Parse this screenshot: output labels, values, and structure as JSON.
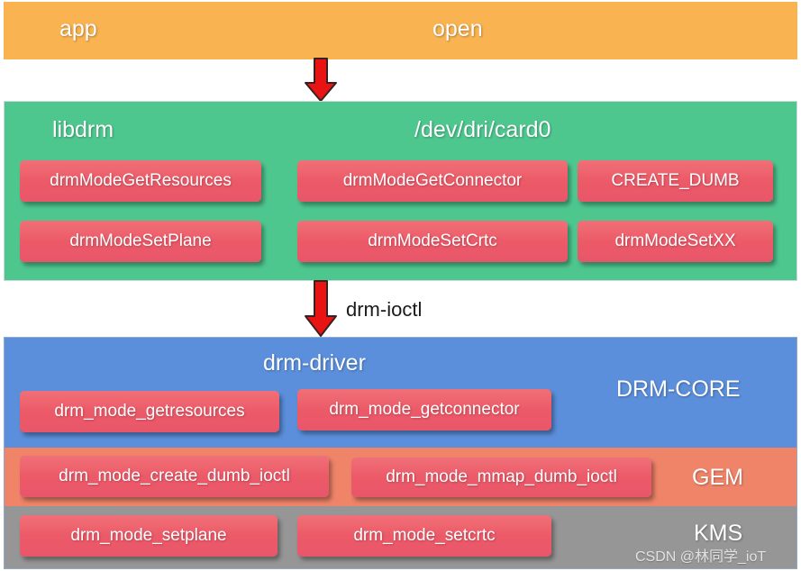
{
  "diagram": {
    "title": "DRM / libdrm stack layers",
    "watermark": "CSDN @林同学_ioT",
    "colors": {
      "app_band": "#f9b351",
      "libdrm_band": "#4ec78f",
      "drm_core_band": "#5b8fdc",
      "gem_band": "#ef8469",
      "kms_band": "#969696",
      "function_box": "#ec5a68",
      "arrow": "#e81313",
      "text": "#ffffff"
    },
    "layers": [
      {
        "id": "app",
        "labels": [
          {
            "name": "app-label",
            "text": "app"
          },
          {
            "name": "open-label",
            "text": "open"
          }
        ],
        "boxes": []
      },
      {
        "id": "libdrm",
        "labels": [
          {
            "name": "libdrm-label",
            "text": "libdrm"
          },
          {
            "name": "device-node-label",
            "text": "/dev/dri/card0"
          }
        ],
        "boxes": [
          {
            "name": "drm-mode-get-resources-box",
            "text": "drmModeGetResources"
          },
          {
            "name": "drm-mode-get-connector-box",
            "text": "drmModeGetConnector"
          },
          {
            "name": "create-dumb-box",
            "text": "CREATE_DUMB"
          },
          {
            "name": "drm-mode-set-plane-box",
            "text": "drmModeSetPlane"
          },
          {
            "name": "drm-mode-set-crtc-box",
            "text": "drmModeSetCrtc"
          },
          {
            "name": "drm-mode-set-xx-box",
            "text": "drmModeSetXX"
          }
        ]
      },
      {
        "id": "drm-core",
        "labels": [
          {
            "name": "drm-driver-label",
            "text": "drm-driver"
          },
          {
            "name": "drm-core-label",
            "text": "DRM-CORE"
          }
        ],
        "boxes": [
          {
            "name": "drm-mode-getresources-box",
            "text": "drm_mode_getresources"
          },
          {
            "name": "drm-mode-getconnector-box",
            "text": "drm_mode_getconnector"
          }
        ]
      },
      {
        "id": "gem",
        "labels": [
          {
            "name": "gem-label",
            "text": "GEM"
          }
        ],
        "boxes": [
          {
            "name": "drm-mode-create-dumb-ioctl-box",
            "text": "drm_mode_create_dumb_ioctl"
          },
          {
            "name": "drm-mode-mmap-dumb-ioctl-box",
            "text": "drm_mode_mmap_dumb_ioctl"
          }
        ]
      },
      {
        "id": "kms",
        "labels": [
          {
            "name": "kms-label",
            "text": "KMS"
          }
        ],
        "boxes": [
          {
            "name": "drm-mode-setplane-box",
            "text": "drm_mode_setplane"
          },
          {
            "name": "drm-mode-setcrtc-box",
            "text": "drm_mode_setcrtc"
          }
        ]
      }
    ],
    "arrows": [
      {
        "name": "app-to-libdrm-arrow",
        "label": ""
      },
      {
        "name": "libdrm-to-driver-arrow",
        "label": "drm-ioctl"
      }
    ]
  }
}
